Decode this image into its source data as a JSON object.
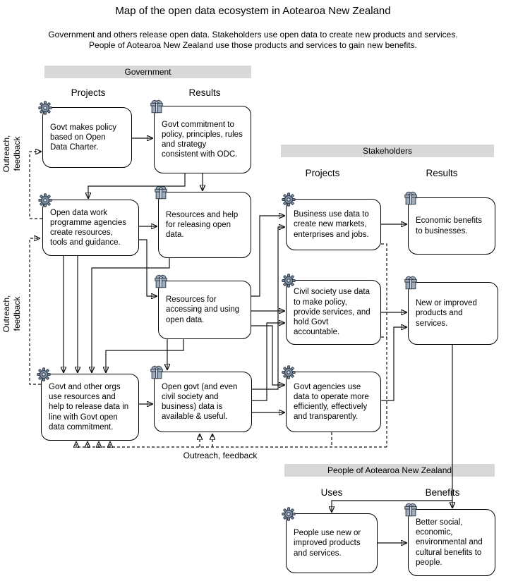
{
  "title": "Map of the open data ecosystem in Aotearoa  New Zealand",
  "subtitle": {
    "line1": "Government and others release open data. Stakeholders use open data to create new products and services.",
    "line2": "People of Aotearoa  New Zealand use those products and services to gain new benefits."
  },
  "sections": {
    "government": {
      "label": "Government",
      "columns": [
        "Projects",
        "Results"
      ]
    },
    "stakeholders": {
      "label": "Stakeholders",
      "columns": [
        "Projects",
        "Results"
      ]
    },
    "people": {
      "label": "People of Aotearoa  New Zealand",
      "columns": [
        "Uses",
        "Benefits"
      ]
    }
  },
  "nodes": [
    {
      "id": "govt-policy",
      "icon": "gear-icon",
      "text": "Govt makes policy based on Open Data Charter."
    },
    {
      "id": "govt-commitment",
      "icon": "gift-icon",
      "text": "Govt commitment to policy, principles, rules and strategy consistent with ODC."
    },
    {
      "id": "work-programme",
      "icon": "gear-icon",
      "text": "Open data work programme agencies create resources, tools and guidance."
    },
    {
      "id": "resources-releasing",
      "icon": "gift-icon",
      "text": "Resources and help for releasing open data."
    },
    {
      "id": "resources-accessing",
      "icon": "gift-icon",
      "text": "Resources for accessing and using open data."
    },
    {
      "id": "orgs-release-data",
      "icon": "gear-icon",
      "text": "Govt and other orgs use resources and help to release data in line with Govt open data commitment."
    },
    {
      "id": "open-govt-data",
      "icon": "gift-icon",
      "text": "Open govt (and even civil society and business) data is available & useful."
    },
    {
      "id": "business-use",
      "icon": "gear-icon",
      "text": "Business use data to create new markets, enterprises and jobs."
    },
    {
      "id": "economic-benefits",
      "icon": "gift-icon",
      "text": "Economic benefits to businesses."
    },
    {
      "id": "civil-society-use",
      "icon": "gear-icon",
      "text": "Civil society use data to make policy, provide services, and hold Govt accountable."
    },
    {
      "id": "new-products",
      "icon": "gift-icon",
      "text": "New or improved products and services."
    },
    {
      "id": "govt-agencies-use",
      "icon": "gear-icon",
      "text": "Govt agencies use data to operate more efficiently, effectively and transparently."
    },
    {
      "id": "people-use",
      "icon": "gear-icon",
      "text": "People use new or improved products and services."
    },
    {
      "id": "better-benefits",
      "icon": "gift-icon",
      "text": "Better social, economic, environmental and cultural benefits to people."
    }
  ],
  "labels": {
    "outreach_left_top": "Outreach, feedback",
    "outreach_left_bottom": "Outreach, feedback",
    "outreach_bottom": "Outreach, feedback"
  }
}
